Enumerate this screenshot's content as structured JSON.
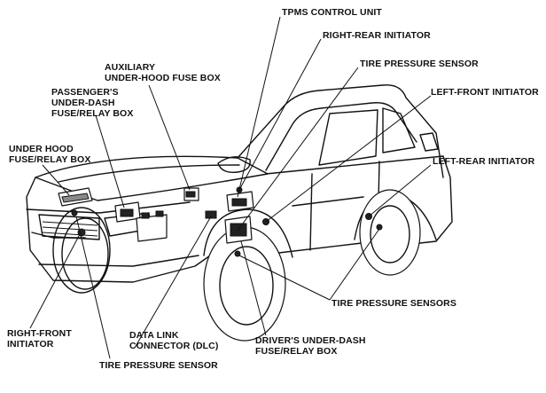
{
  "labels": {
    "tpms_control_unit": "TPMS CONTROL UNIT",
    "right_rear_initiator": "RIGHT-REAR INITIATOR",
    "tire_pressure_sensor_top": "TIRE PRESSURE SENSOR",
    "left_front_initiator": "LEFT-FRONT INITIATOR",
    "left_rear_initiator": "LEFT-REAR INITIATOR",
    "auxiliary_fuse_box": "AUXILIARY\nUNDER-HOOD FUSE BOX",
    "passenger_fuse_box": "PASSENGER'S\nUNDER-DASH\nFUSE/RELAY BOX",
    "under_hood_fuse_box": "UNDER HOOD\nFUSE/RELAY BOX",
    "tire_pressure_sensors": "TIRE PRESSURE SENSORS",
    "right_front_initiator": "RIGHT-FRONT\nINITIATOR",
    "data_link_connector": "DATA LINK\nCONNECTOR (DLC)",
    "driver_fuse_box": "DRIVER'S UNDER-DASH\nFUSE/RELAY BOX",
    "tire_pressure_sensor_bottom": "TIRE PRESSURE SENSOR"
  }
}
